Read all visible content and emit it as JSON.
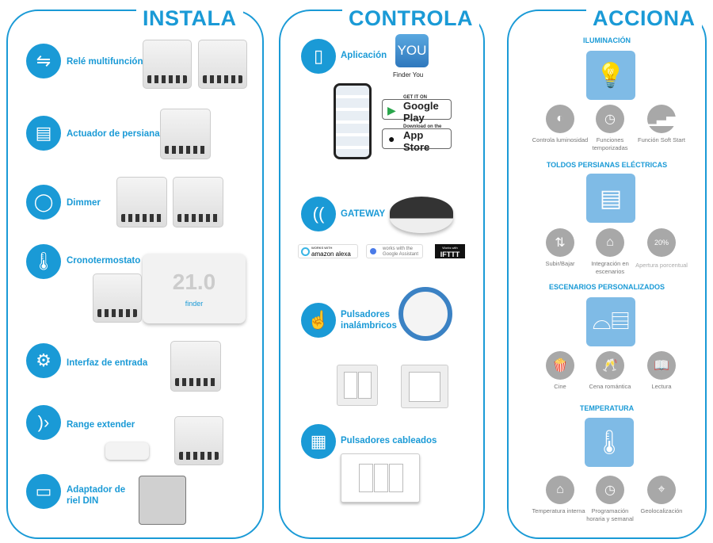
{
  "instala": {
    "title": "INSTALA",
    "items": [
      {
        "label": "Relé multifunción",
        "icon": "relay-icon"
      },
      {
        "label": "Actuador de persianas",
        "icon": "shutter-icon"
      },
      {
        "label": "Dimmer",
        "icon": "dimmer-icon"
      },
      {
        "label": "Cronotermostato",
        "icon": "thermometer-icon"
      },
      {
        "label": "Interfaz de entrada",
        "icon": "gears-icon"
      },
      {
        "label": "Range extender",
        "icon": "signal-icon"
      },
      {
        "label": "Adaptador de riel DIN",
        "icon": "din-rail-icon"
      }
    ],
    "thermostat_display": "21.0",
    "brand": "finder"
  },
  "controla": {
    "title": "CONTROLA",
    "app": {
      "label": "Aplicación",
      "app_icon_text": "YOU",
      "app_name": "Finder You",
      "google_play": {
        "small": "GET IT ON",
        "big": "Google Play"
      },
      "app_store": {
        "small": "Download on the",
        "big": "App Store"
      }
    },
    "gateway": {
      "label": "GATEWAY",
      "alexa": {
        "small": "WORKS WITH",
        "big": "amazon alexa"
      },
      "google": "works with the Google Assistant",
      "ifttt": {
        "small": "Works with",
        "big": "IFTTT"
      }
    },
    "wireless": {
      "label": "Pulsadores inalámbricos"
    },
    "wired": {
      "label": "Pulsadores cableados"
    }
  },
  "acciona": {
    "title": "ACCIONA",
    "sections": [
      {
        "title": "ILUMINACIÓN",
        "items": [
          "Controla luminosidad",
          "Funciones temporizadas",
          "Función Soft Start"
        ]
      },
      {
        "title": "TOLDOS PERSIANAS ELÉCTRICAS",
        "items": [
          "Subir/Bajar",
          "Integración en escenarios",
          "Apertura porcentual"
        ],
        "percent": "20%"
      },
      {
        "title": "ESCENARIOS PERSONALIZADOS",
        "items": [
          "Cine",
          "Cena romántica",
          "Lectura"
        ]
      },
      {
        "title": "TEMPERATURA",
        "items": [
          "Temperatura interna",
          "Programación horaria y semanal",
          "Geolocalización"
        ]
      }
    ]
  },
  "colors": {
    "accent": "#1a9ad6",
    "tile": "#7fbbe6",
    "grey": "#a8a8a8"
  }
}
